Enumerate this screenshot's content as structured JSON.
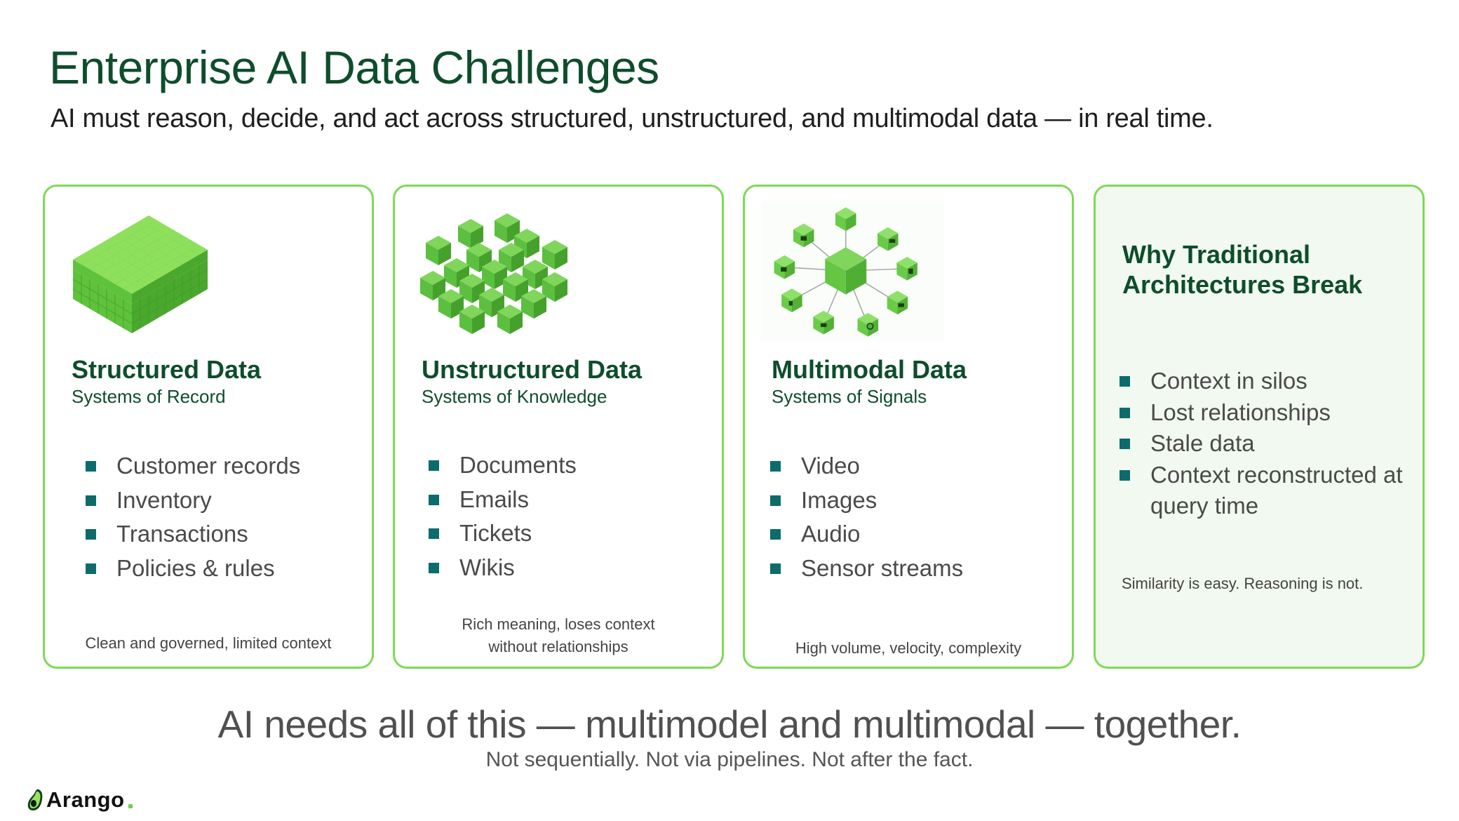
{
  "header": {
    "title": "Enterprise AI Data Challenges",
    "subtitle": "AI must reason, decide, and act across structured, unstructured, and multimodal data — in real time."
  },
  "cards": [
    {
      "title": "Structured Data",
      "subtitle": "Systems of Record",
      "icon": "cube-grid-icon",
      "bullets": [
        "Customer records",
        "Inventory",
        "Transactions",
        "Policies & rules"
      ],
      "caption": "Clean and governed, limited context"
    },
    {
      "title": "Unstructured Data",
      "subtitle": "Systems of Knowledge",
      "icon": "scattered-cubes-icon",
      "bullets": [
        "Documents",
        "Emails",
        "Tickets",
        "Wikis"
      ],
      "caption_line1": "Rich meaning, loses context",
      "caption_line2": "without relationships"
    },
    {
      "title": "Multimodal Data",
      "subtitle": "Systems of Signals",
      "icon": "hub-network-icon",
      "bullets": [
        "Video",
        "Images",
        "Audio",
        "Sensor streams"
      ],
      "caption": "High volume, velocity, complexity"
    },
    {
      "title": "Why Traditional Architectures Break",
      "bullets": [
        "Context in silos",
        "Lost relationships",
        "Stale data",
        "Context reconstructed at query time"
      ],
      "caption": "Similarity is easy. Reasoning is not."
    }
  ],
  "footer": {
    "tagline": "AI needs all of this — multimodel and multimodal — together.",
    "tagline_sub": "Not sequentially. Not via pipelines. Not after the fact."
  },
  "brand": {
    "name": "Arango",
    "icon": "avocado-logo-icon"
  },
  "colors": {
    "title_green": "#0e4d2c",
    "card_border": "#7ed957",
    "bullet_teal": "#0d6b6b",
    "cube_green": "#6cc94a",
    "tinted_bg": "#f2f9f0"
  }
}
